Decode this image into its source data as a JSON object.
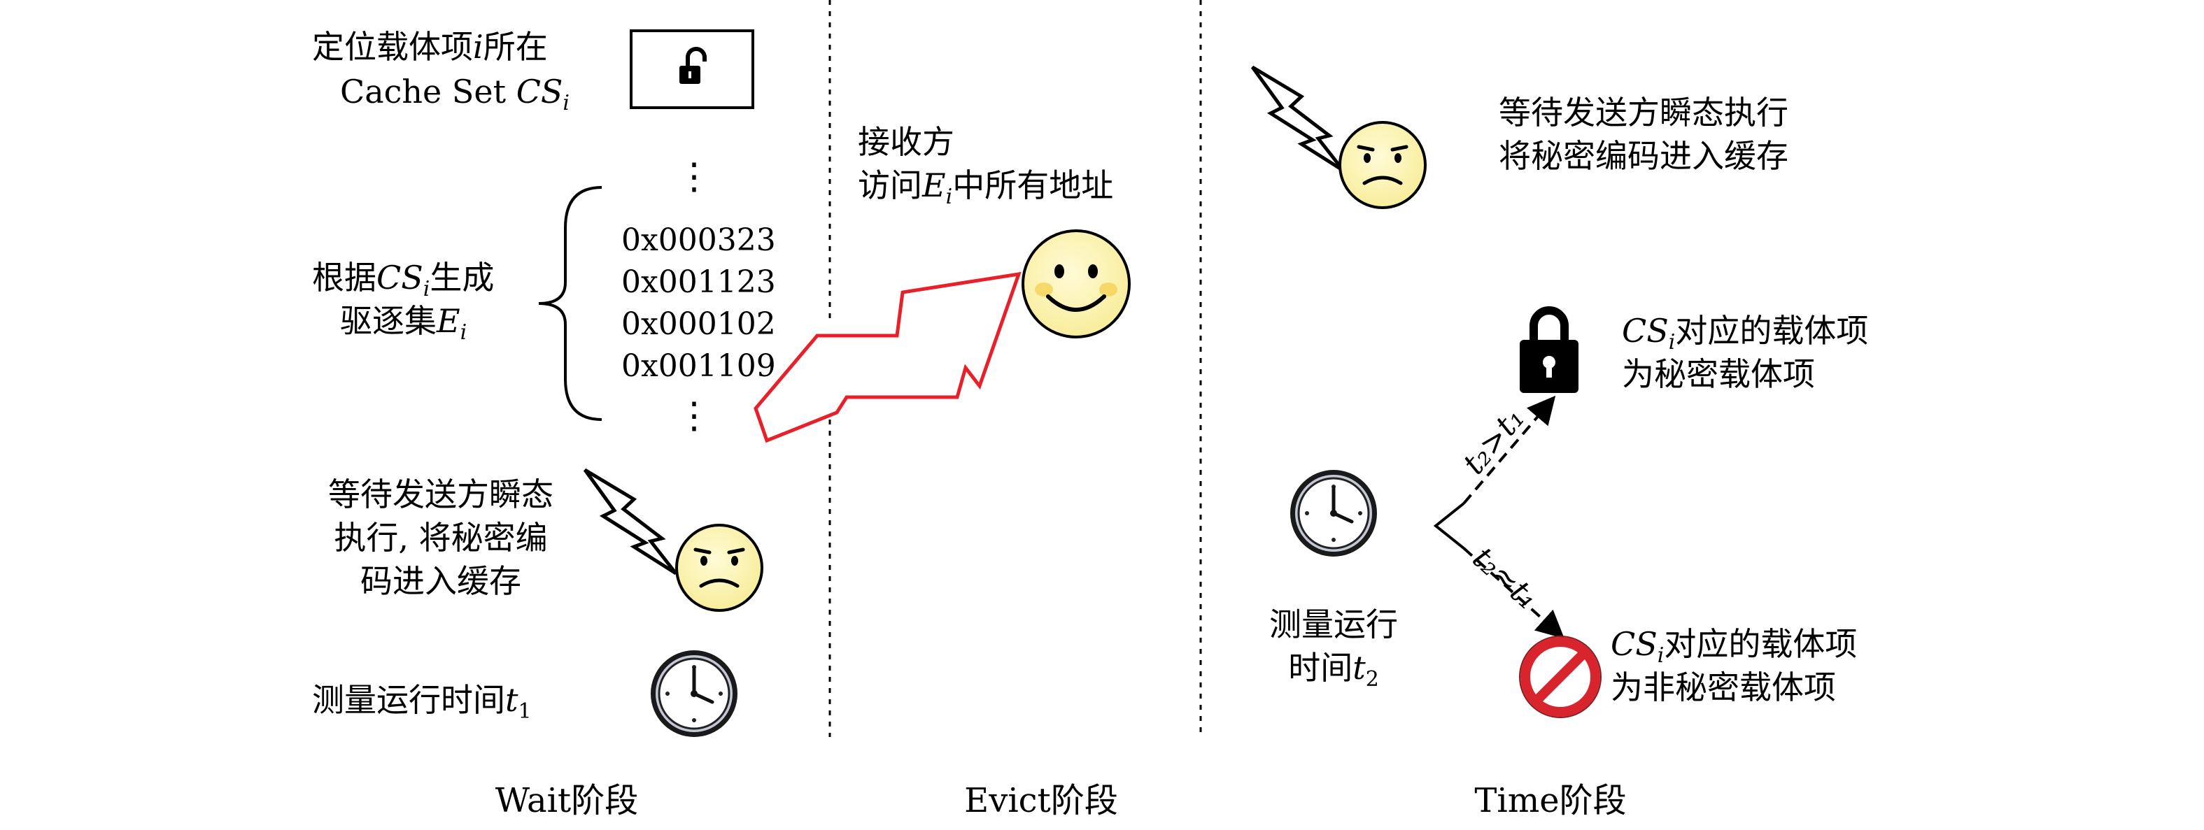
{
  "wait": {
    "locate_line1": "定位载体项",
    "locate_i": "i",
    "locate_suffix": "所在",
    "locate_line2": "Cache Set ",
    "locate_cs": "CS",
    "locate_sub": "i",
    "gen_prefix": "根据",
    "gen_cs": "CS",
    "gen_sub": "i",
    "gen_suffix": "生成",
    "gen_line2": "驱逐集",
    "gen_e": "E",
    "gen_e_sub": "i",
    "dots": "⋮",
    "addresses": [
      "0x000323",
      "0x001123",
      "0x000102",
      "0x001109"
    ],
    "wait_lines": [
      "等待发送方瞬态",
      "执行, 将秘密编",
      "码进入缓存"
    ],
    "measure_text": "测量运行时间",
    "measure_var": "t",
    "measure_sub": "1"
  },
  "evict": {
    "line1": "接收方",
    "line2_prefix": "访问",
    "line2_e": "E",
    "line2_sub": "i",
    "line2_suffix": "中所有地址"
  },
  "time": {
    "wait_lines": [
      "等待发送方瞬态执行",
      "将秘密编码进入缓存"
    ],
    "result_secret_cs": "CS",
    "result_secret_sub": "i",
    "result_secret_l1": "对应的载体项",
    "result_secret_l2": "为秘密载体项",
    "result_nonsecret_cs": "CS",
    "result_nonsecret_sub": "i",
    "result_nonsecret_l1": "对应的载体项",
    "result_nonsecret_l2": "为非秘密载体项",
    "measure_l1": "测量运行",
    "measure_l2": "时间",
    "measure_var": "t",
    "measure_sub": "2",
    "cond_gt": "t₂>t₁",
    "cond_approx": "t₂≈t₁"
  },
  "phases": {
    "wait": "Wait阶段",
    "evict": "Evict阶段",
    "time": "Time阶段"
  },
  "colors": {
    "arrow_red": "#e8202a",
    "face_fill": "#fcf5b5",
    "face_cheek": "#f3d45a",
    "clock_ring": "#b8bcc8",
    "prohibit_red": "#d8242c"
  },
  "icons": {
    "lock_unlocked": "unlocked-padlock-icon",
    "lightning": "lightning-bolt-icon",
    "sad_face": "sad-face-icon",
    "happy_face": "smiley-face-icon",
    "clock": "clock-icon",
    "prohibited": "prohibited-sign-icon"
  }
}
